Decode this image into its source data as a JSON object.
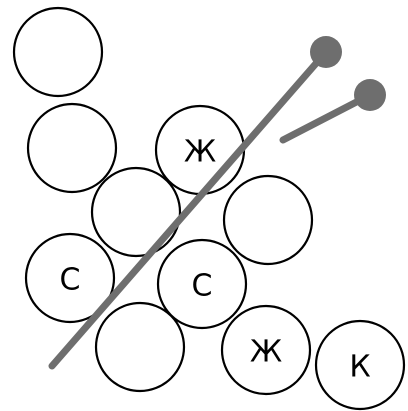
{
  "balls": [
    {
      "id": "ball-1",
      "letter": ""
    },
    {
      "id": "ball-2",
      "letter": ""
    },
    {
      "id": "ball-3",
      "letter": "Ж"
    },
    {
      "id": "ball-4",
      "letter": ""
    },
    {
      "id": "ball-5",
      "letter": ""
    },
    {
      "id": "ball-6",
      "letter": "С"
    },
    {
      "id": "ball-7",
      "letter": "С"
    },
    {
      "id": "ball-8",
      "letter": ""
    },
    {
      "id": "ball-9",
      "letter": "Ж"
    },
    {
      "id": "ball-10",
      "letter": "К"
    }
  ],
  "colors": {
    "ball_fill": "#ffffff",
    "ball_stroke": "#000000",
    "cue_stick": "#6e6e6e"
  }
}
